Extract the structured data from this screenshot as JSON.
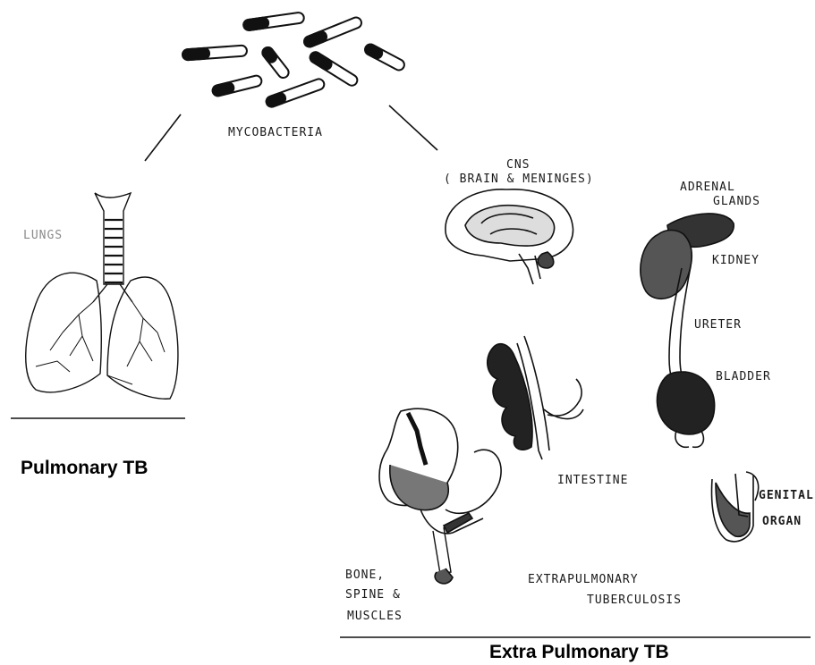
{
  "labels": {
    "mycobacteria": "MYCOBACTERIA",
    "lungs": "LUNGS",
    "cns_line1": "CNS",
    "cns_line2": "( BRAIN & MENINGES)",
    "adrenal_line1": "ADRENAL",
    "adrenal_line2": "GLANDS",
    "kidney": "KIDNEY",
    "ureter": "URETER",
    "bladder": "BLADDER",
    "intestine": "INTESTINE",
    "genital_line1": "GENITAL",
    "genital_line2": "ORGAN",
    "bone_line1": "BONE,",
    "bone_line2": "SPINE &",
    "bone_line3": "MUSCLES",
    "extrapulmonary_line1": "EXTRAPULMONARY",
    "extrapulmonary_line2": "TUBERCULOSIS"
  },
  "captions": {
    "pulmonary": "Pulmonary TB",
    "extra_pulmonary": "Extra Pulmonary TB"
  },
  "colors": {
    "ink": "#111111",
    "grey_label": "#8a8a8a"
  }
}
